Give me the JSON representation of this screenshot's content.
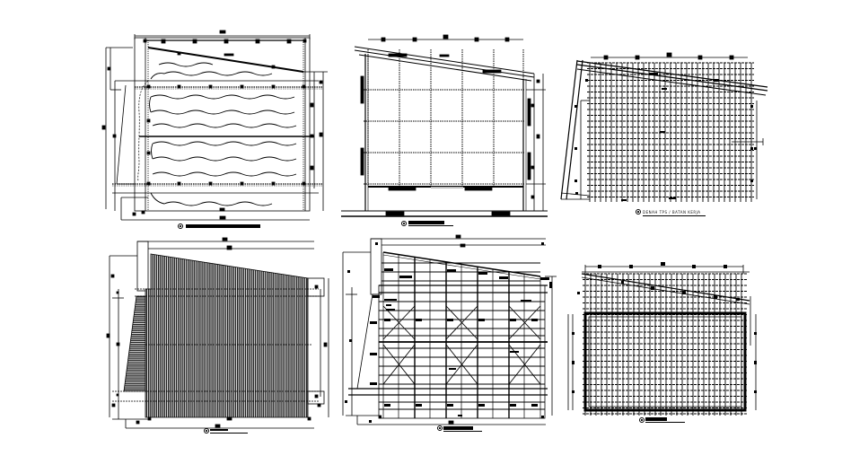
{
  "sheet": {
    "background": "#ffffff",
    "line_color": "#000000",
    "panels": [
      {
        "id": "p1",
        "kind": "plan-roof-waves",
        "label": "",
        "scale_mark": "detail-marker"
      },
      {
        "id": "p2",
        "kind": "elevation-grid",
        "label": "",
        "scale_mark": "detail-marker"
      },
      {
        "id": "p3",
        "kind": "dense-grid-plan",
        "label": "DENAH TPS / BATAN KERJA",
        "scale_mark": "detail-marker"
      },
      {
        "id": "p4",
        "kind": "roof-sheeting-plan",
        "label": "",
        "scale_mark": "detail-marker"
      },
      {
        "id": "p5",
        "kind": "framing-plan-bracing",
        "label": "",
        "scale_mark": "detail-marker"
      },
      {
        "id": "p6",
        "kind": "dense-grid-plan-2",
        "label": "",
        "scale_mark": "detail-marker"
      }
    ]
  }
}
